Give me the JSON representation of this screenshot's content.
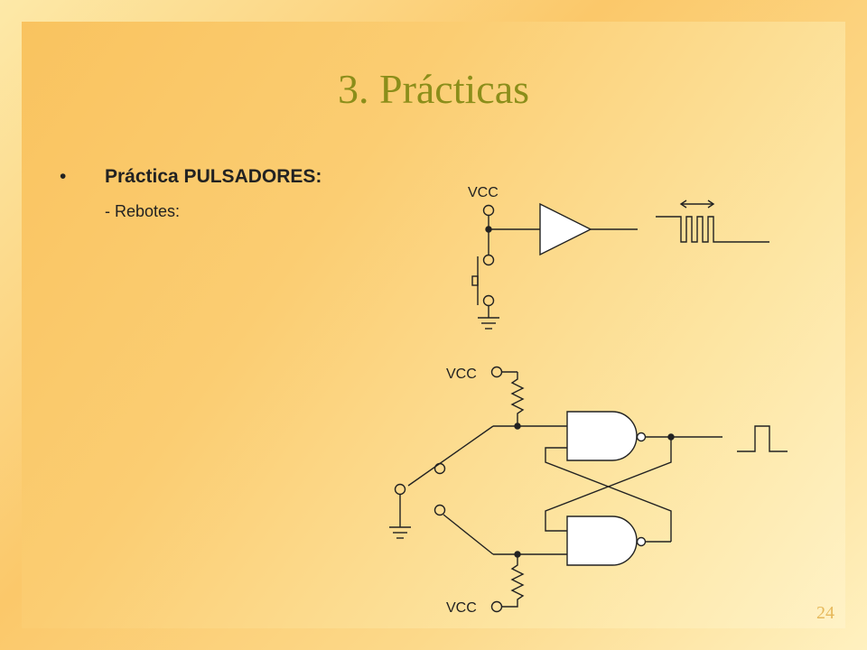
{
  "slide": {
    "title": "3. Prácticas",
    "bullet_symbol": "•",
    "bullet_text": "Práctica PULSADORES:",
    "sub_item": "- Rebotes:",
    "page_number": "24"
  },
  "diagram": {
    "top_circuit_supply": "VCC",
    "bottom_circuit_supply_top": "VCC",
    "bottom_circuit_supply_bottom": "VCC"
  }
}
